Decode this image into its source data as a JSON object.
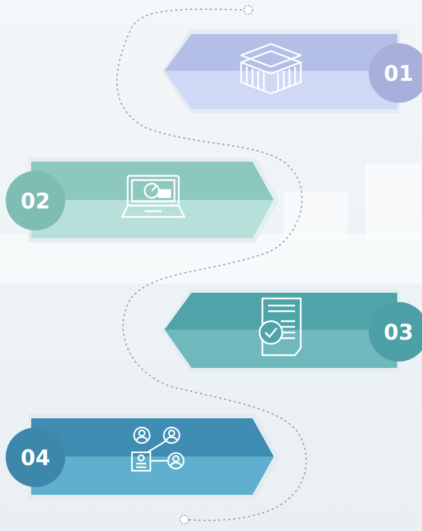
{
  "steps": [
    {
      "number": "01",
      "icon": "prefab-box-icon",
      "color_top": "#b3bfe6",
      "color_bottom": "#cfd8f4",
      "circle": "#a6b0db"
    },
    {
      "number": "02",
      "icon": "laptop-dashboard-icon",
      "color_top": "#8dc8bf",
      "color_bottom": "#b7e0da",
      "circle": "#7fbcb4"
    },
    {
      "number": "03",
      "icon": "document-check-icon",
      "color_top": "#4ea4a9",
      "color_bottom": "#6fb9bd",
      "circle": "#4da0a6"
    },
    {
      "number": "04",
      "icon": "team-network-icon",
      "color_top": "#3f8db2",
      "color_bottom": "#5fb0ce",
      "circle": "#3d87ab"
    }
  ],
  "connector": {
    "style": "dotted",
    "color": "#7f9fb3"
  }
}
